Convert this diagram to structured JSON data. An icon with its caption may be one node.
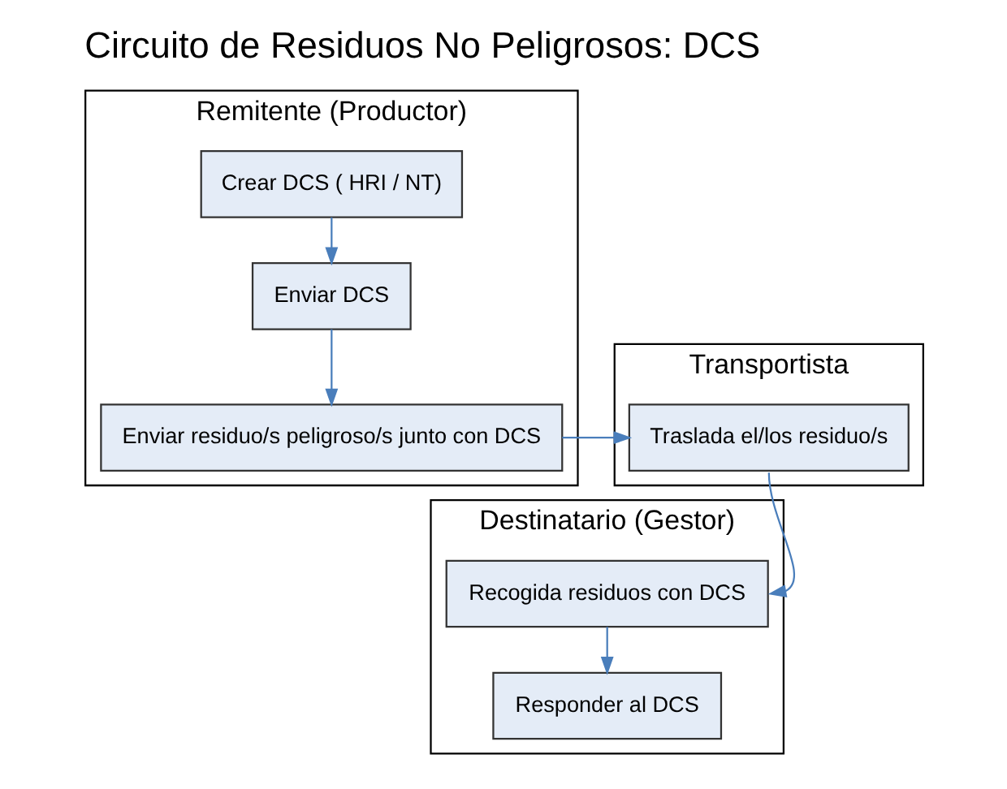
{
  "diagram": {
    "title": "Circuito de Residuos No Peligrosos: DCS",
    "nodes": [
      {
        "text": [
          "Remitente (Productor)"
        ]
      },
      {
        "text": [
          "Destinatario (Gestor)"
        ]
      },
      {
        "text": [
          "Transportista"
        ]
      },
      {
        "text": [
          "Crear DCS ( HRI / NT)"
        ],
        "in": 0
      },
      {
        "text": [
          "Enviar DCS"
        ],
        "in": 0
      },
      {
        "text": [
          "Enviar residuo/s peligroso/s junto con DCS"
        ],
        "in": 0
      },
      {
        "text": [
          "Traslada el/los residuo/s"
        ],
        "in": 2
      },
      {
        "text": [
          "Recogida residuos con DCS"
        ],
        "in": 1
      },
      {
        "text": [
          "Responder al DCS"
        ],
        "in": 1
      }
    ],
    "edges": [
      {
        "from": 3,
        "to": 4,
        "arrow": "to"
      },
      {
        "from": 4,
        "to": 5,
        "arrow": "to"
      },
      {
        "from": 5,
        "to": 6,
        "arrow": "to"
      },
      {
        "from": 6,
        "to": 7,
        "arrow": "to"
      },
      {
        "from": 7,
        "to": 8,
        "arrow": "to"
      }
    ]
  }
}
